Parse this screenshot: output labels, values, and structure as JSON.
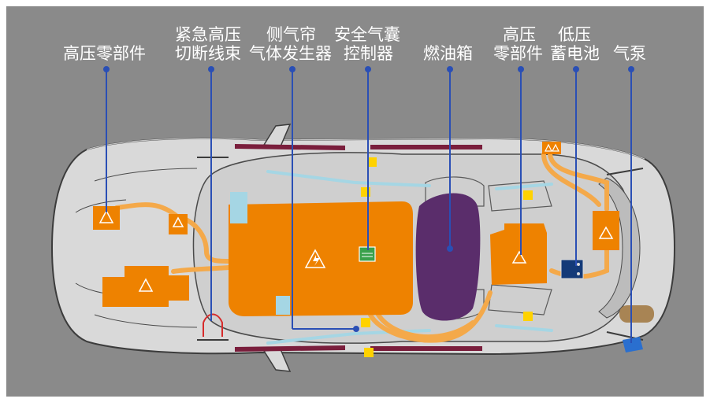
{
  "labels": {
    "hv_parts_front": "高压零部件",
    "emergency_cutoff_line1": "紧急高压",
    "emergency_cutoff_line2": "切断线束",
    "curtain_inflator_line1": "侧气帘",
    "curtain_inflator_line2": "气体发生器",
    "airbag_controller_line1": "安全气囊",
    "airbag_controller_line2": "控制器",
    "fuel_tank": "燃油箱",
    "hv_parts_rear_line1": "高压",
    "hv_parts_rear_line2": "零部件",
    "lv_battery_line1": "低压",
    "lv_battery_line2": "蓄电池",
    "gas_pump": "气泵"
  },
  "colors": {
    "background": "#8a8a8a",
    "car_body": "#d9d9d9",
    "hv_component": "#ee8200",
    "hv_cable": "#f4a94a",
    "fuel_tank": "#5a2d6b",
    "leader_line": "#2a4fb5",
    "airbag_label": "#ffd200",
    "lv_battery": "#143a78",
    "light_blue": "#a5d6e4",
    "trim": "#7a1e3c"
  },
  "icons": [
    "high-voltage-warning-icon",
    "airbag-sensor-icon",
    "airbag-controller-icon"
  ]
}
